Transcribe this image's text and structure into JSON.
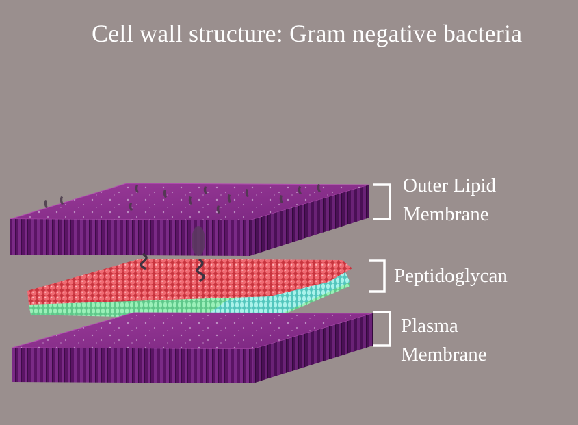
{
  "title": "Cell wall structure: Gram negative bacteria",
  "layers": [
    {
      "key": "outer",
      "label_lines": [
        "Outer Lipid",
        "Membrane"
      ]
    },
    {
      "key": "peptidoglycan",
      "label_lines": [
        "Peptidoglycan"
      ]
    },
    {
      "key": "plasma",
      "label_lines": [
        "Plasma",
        "Membrane"
      ]
    }
  ],
  "colors": {
    "background": "#9a8f8e",
    "membrane_top": "#8e2f8e",
    "membrane_side": "#5c1566",
    "peptidoglycan_red": "#e8505a",
    "peptidoglycan_cyan": "#7fe3d6",
    "peptidoglycan_green": "#7be0a0",
    "text": "#ffffff"
  }
}
